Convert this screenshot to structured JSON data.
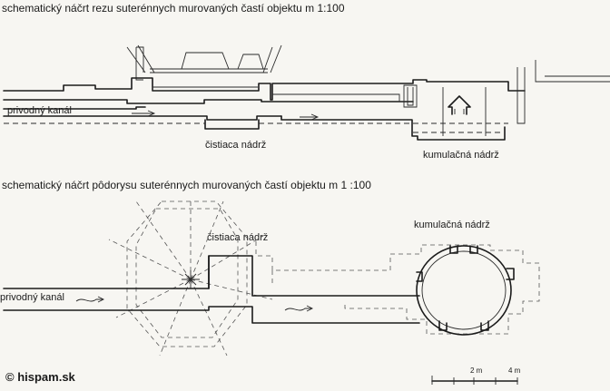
{
  "section": {
    "title": "schematický náčrt rezu suterénnych murovaných častí objektu m 1:100",
    "label_inlet": "privodný kanál",
    "label_cleaning": "čistiaca nádrž",
    "label_storage": "kumulačná nádrž"
  },
  "plan": {
    "title": "schematický náčrt pôdorysu suterénnych murovaných častí objektu m 1 :100",
    "label_storage": "kumulačná nádrž",
    "label_cleaning": "čistiaca nádrž",
    "label_inlet": "privodný kanál"
  },
  "scale_bar": {
    "mid": "2 m",
    "end": "4 m"
  },
  "copyright": "© hispam.sk"
}
